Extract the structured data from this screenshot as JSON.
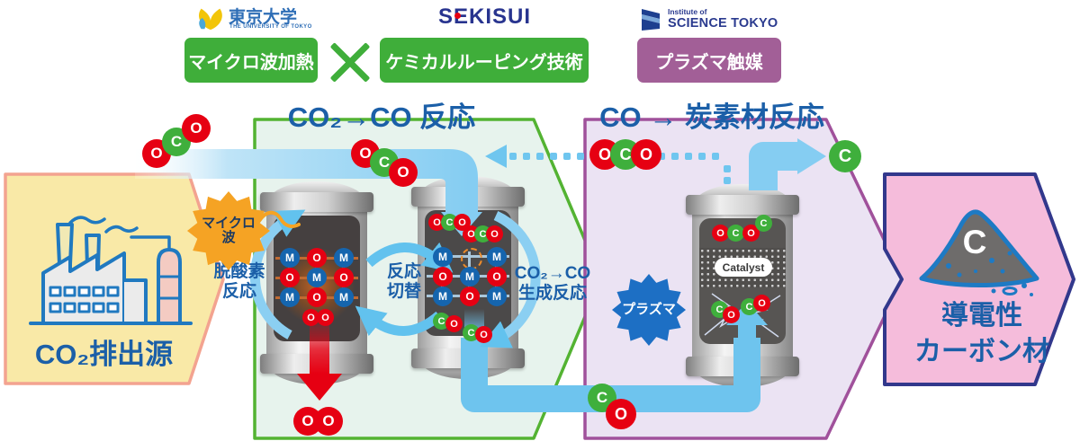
{
  "atoms": {
    "O": "O",
    "C": "C",
    "M": "M"
  },
  "header": {
    "utokyo": {
      "name": "東京大学",
      "subtitle": "THE UNIVERSITY OF TOKYO"
    },
    "sekisui": {
      "name": "SEKISUI"
    },
    "science_tokyo": {
      "line1": "Institute of",
      "line2": "SCIENCE TOKYO"
    }
  },
  "badges": {
    "microwave_heating": "マイクロ波加熱",
    "chemical_looping": "ケミカルルーピング技術",
    "plasma_catalysis": "プラズマ触媒"
  },
  "sections": {
    "left": {
      "title": "CO₂→CO 反応"
    },
    "right": {
      "title": "CO → 炭素材反応"
    }
  },
  "source_box": {
    "label": "CO₂排出源"
  },
  "result_box": {
    "line1": "導電性",
    "line2": "カーボン材",
    "pile_letter": "C"
  },
  "callouts": {
    "microwave": {
      "line1": "マイクロ",
      "line2": "波"
    },
    "plasma": "プラズマ",
    "deoxygenation": {
      "line1": "脱酸素",
      "line2": "反応"
    },
    "reaction_switch": {
      "line1": "反応",
      "line2": "切替"
    },
    "co_generation": {
      "line1": "CO₂→CO",
      "line2": "生成反応"
    },
    "catalyst": "Catalyst"
  },
  "icons": {
    "utokyo_logo": "ginkgo-leaf-icon",
    "sekisui_dot": "red-dot-icon",
    "science_tokyo_logo": "ribbon-s-icon",
    "collab_cross": "x-cross-icon",
    "factory": "factory-icon",
    "carbon_pile": "carbon-powder-icon"
  },
  "colors": {
    "panel_green_border": "#53b332",
    "panel_green_fill": "#e7f3ed",
    "panel_purple_border": "#a0519b",
    "panel_purple_fill": "#ebe3f3",
    "source_fill": "#f9e9a7",
    "source_border": "#f3a390",
    "result_fill": "#f5bcdb",
    "result_border": "#32388c",
    "badge_green": "#3fae3a",
    "badge_purple": "#a25f97",
    "atom_o": "#e60012",
    "atom_c": "#3faf3c",
    "atom_m": "#1565ae",
    "flow_blue": "#85cdf2",
    "text_blue": "#1b5fa8",
    "microwave_orange": "#f5a324",
    "plasma_blue": "#1d6fc4",
    "arrow_red": "#e60012"
  }
}
